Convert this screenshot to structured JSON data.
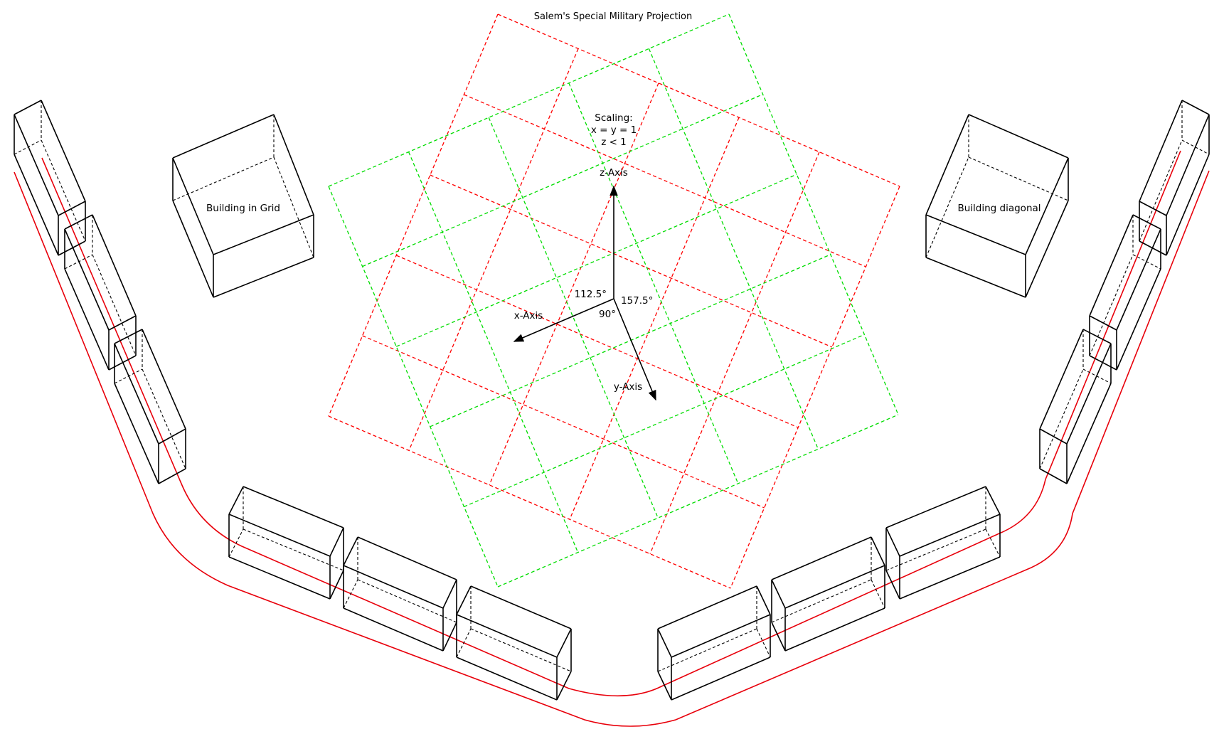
{
  "title": "Salem's Special Military Projection",
  "scaling": {
    "heading": "Scaling:",
    "xy": "x = y = 1",
    "z": "z < 1"
  },
  "axes": {
    "x": "x-Axis",
    "y": "y-Axis",
    "z": "z-Axis"
  },
  "angles": {
    "xz": "112.5°",
    "yz": "157.5°",
    "xy": "90°"
  },
  "buildings": {
    "grid": "Building in Grid",
    "diagonal": "Building diagonal"
  },
  "colors": {
    "road": "#e8000b",
    "grid_a": "#ff0000",
    "grid_b": "#00dd00",
    "line": "#000000"
  }
}
